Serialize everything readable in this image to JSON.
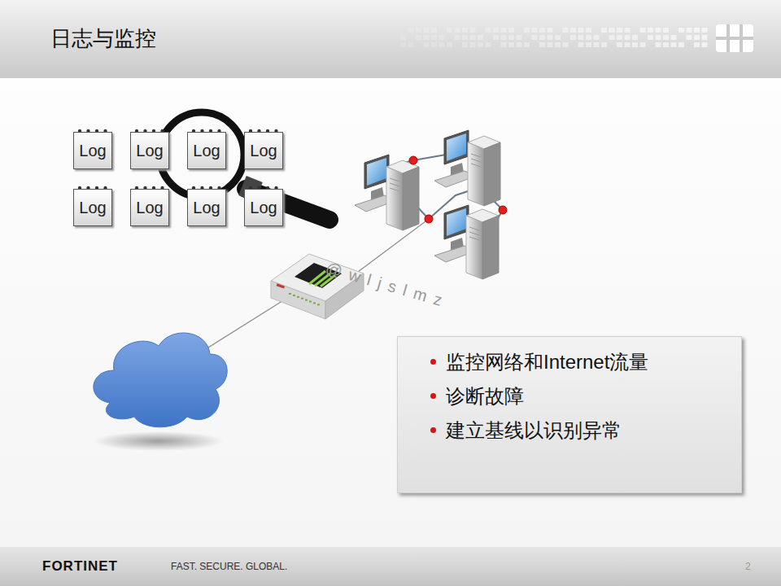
{
  "diagram": {
    "title": "日志与监控",
    "nodes": [
      {
        "text": [
          "Log"
        ]
      },
      {
        "text": [
          "Log"
        ]
      },
      {
        "text": [
          "Log"
        ]
      },
      {
        "text": [
          "Log"
        ]
      },
      {
        "text": [
          "Log"
        ]
      },
      {
        "text": [
          "Log"
        ]
      },
      {
        "text": [
          "Log"
        ]
      },
      {
        "text": [
          "Log"
        ]
      },
      {
        "text": [
          "监控网络和Internet流量",
          "诊断故障",
          "建立基线以识别异常"
        ]
      }
    ],
    "labels": [
      "@wljslmz",
      "FORTINET",
      "FAST. SECURE. GLOBAL.",
      "2"
    ]
  }
}
